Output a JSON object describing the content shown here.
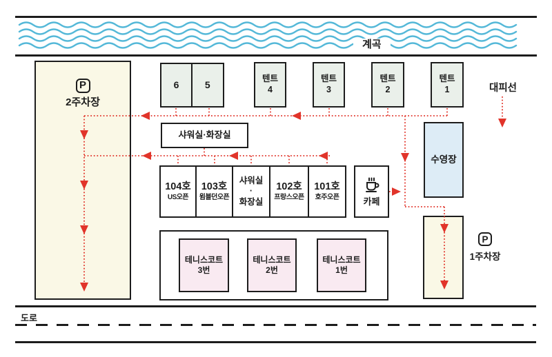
{
  "colors": {
    "line_dark": "#1c1c1c",
    "route_red": "#e1342a",
    "water_blue": "#54b8d8",
    "parking_fill": "#faf8e6",
    "site_fill": "#eaf0ea",
    "pool_fill": "#ddecf6",
    "court_fill": "#f9eaf1"
  },
  "valley": {
    "label": "계곡"
  },
  "evacuation": {
    "label": "대피선"
  },
  "parking2": {
    "icon": "P",
    "label": "2주차장"
  },
  "parking1": {
    "icon": "P",
    "label": "1주차장"
  },
  "sites": [
    {
      "number": "6"
    },
    {
      "number": "5"
    }
  ],
  "tents": [
    {
      "name": "텐트",
      "number": "4"
    },
    {
      "name": "텐트",
      "number": "3"
    },
    {
      "name": "텐트",
      "number": "2"
    },
    {
      "name": "텐트",
      "number": "1"
    }
  ],
  "shower_top": {
    "label": "샤워실·화장실"
  },
  "rooms": {
    "r104": {
      "no": "104호",
      "open": "US오픈"
    },
    "r103": {
      "no": "103호",
      "open": "윔블던오픈"
    },
    "shower": {
      "l1": "샤워실",
      "l2": "·",
      "l3": "화장실"
    },
    "r102": {
      "no": "102호",
      "open": "프랑스오픈"
    },
    "r101": {
      "no": "101호",
      "open": "호주오픈"
    }
  },
  "cafe": {
    "label": "카페"
  },
  "pool": {
    "label": "수영장"
  },
  "tennis_courts": [
    {
      "name": "테니스코트",
      "number": "3번"
    },
    {
      "name": "테니스코트",
      "number": "2번"
    },
    {
      "name": "테니스코트",
      "number": "1번"
    }
  ],
  "road": {
    "label": "도로"
  }
}
